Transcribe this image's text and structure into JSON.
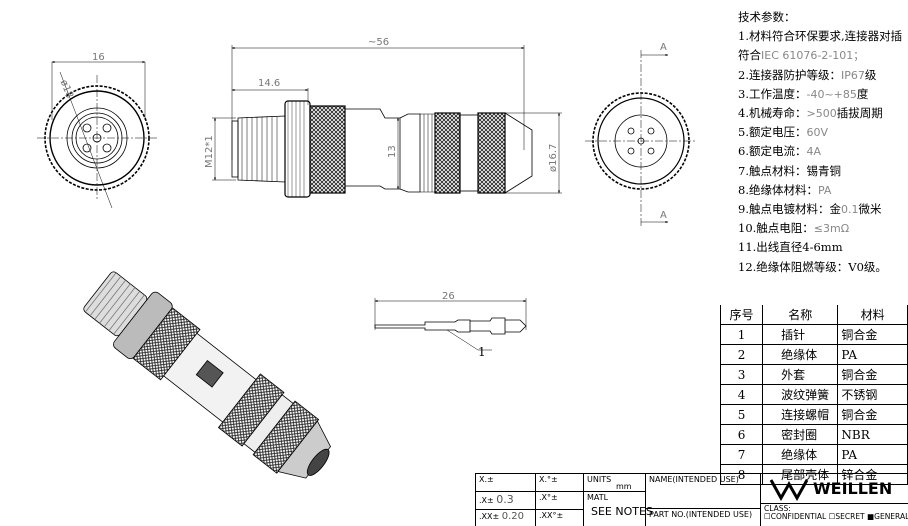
{
  "dimensions": {
    "width_16": "16",
    "dia_18": "ø18",
    "len_56": "~56",
    "len_14_6": "14.6",
    "thread": "M12*1",
    "dia_13": "13",
    "dia_16_7": "ø16.7",
    "pin_26": "26",
    "balloon_1": "1",
    "section_a": "A"
  },
  "notes": {
    "title": "技术参数：",
    "items": [
      {
        "label": "1.材料符合环保要求,连接器对插",
        "value": ""
      },
      {
        "label": "符合",
        "value": "IEC 61076-2-101；"
      },
      {
        "label": "2.连接器防护等级：",
        "value": "IP67",
        "suffix": "级"
      },
      {
        "label": "3.工作温度：",
        "value": "-40~+85",
        "suffix": "度"
      },
      {
        "label": "4.机械寿命：",
        "value": ">500",
        "suffix": "插拔周期"
      },
      {
        "label": "5.额定电压：",
        "value": "60V"
      },
      {
        "label": "6.额定电流：",
        "value": "4A"
      },
      {
        "label": "7.触点材料：",
        "value": "锡青铜"
      },
      {
        "label": "8.绝缘体材料：",
        "value": "PA"
      },
      {
        "label": "9.触点电镀材料：金",
        "value": "0.1",
        "suffix": "微米"
      },
      {
        "label": "10.触点电阻：",
        "value": "≤3mΩ"
      },
      {
        "label": "11.出线直径4-6mm",
        "value": ""
      },
      {
        "label": "12.绝缘体阻燃等级：V0级。",
        "value": ""
      }
    ]
  },
  "bom": {
    "headers": [
      "序号",
      "名称",
      "材料"
    ],
    "rows": [
      [
        "1",
        "插针",
        "铜合金"
      ],
      [
        "2",
        "绝缘体",
        "PA"
      ],
      [
        "3",
        "外套",
        "铜合金"
      ],
      [
        "4",
        "波纹弹簧",
        "不锈钢"
      ],
      [
        "5",
        "连接螺帽",
        "铜合金"
      ],
      [
        "6",
        "密封圈",
        "NBR"
      ],
      [
        "7",
        "绝缘体",
        "PA"
      ],
      [
        "8",
        "尾部壳体",
        "锌合金"
      ]
    ]
  },
  "title_block": {
    "tol_x": "X.±",
    "tol_x_deg": "X.°±",
    "tol_1": ".X±",
    "tol_1_val": "0.3",
    "tol_1_deg": ".X°±",
    "tol_2": ".XX±",
    "tol_2_val": "0.20",
    "tol_2_deg": ".XX°±",
    "units_label": "UNITS",
    "units": "mm",
    "matl_label": "MATL",
    "matl": "SEE NOTES",
    "name_label": "NAME(INTENDED USE)",
    "part_label": "PART NO.(INTENDED USE)",
    "company": "WEILLEN",
    "class_label": "CLASS:",
    "class_options": [
      "CONFIDENTIAL",
      "SECRET",
      "GENERAL"
    ],
    "class_selected": "GENERAL"
  }
}
